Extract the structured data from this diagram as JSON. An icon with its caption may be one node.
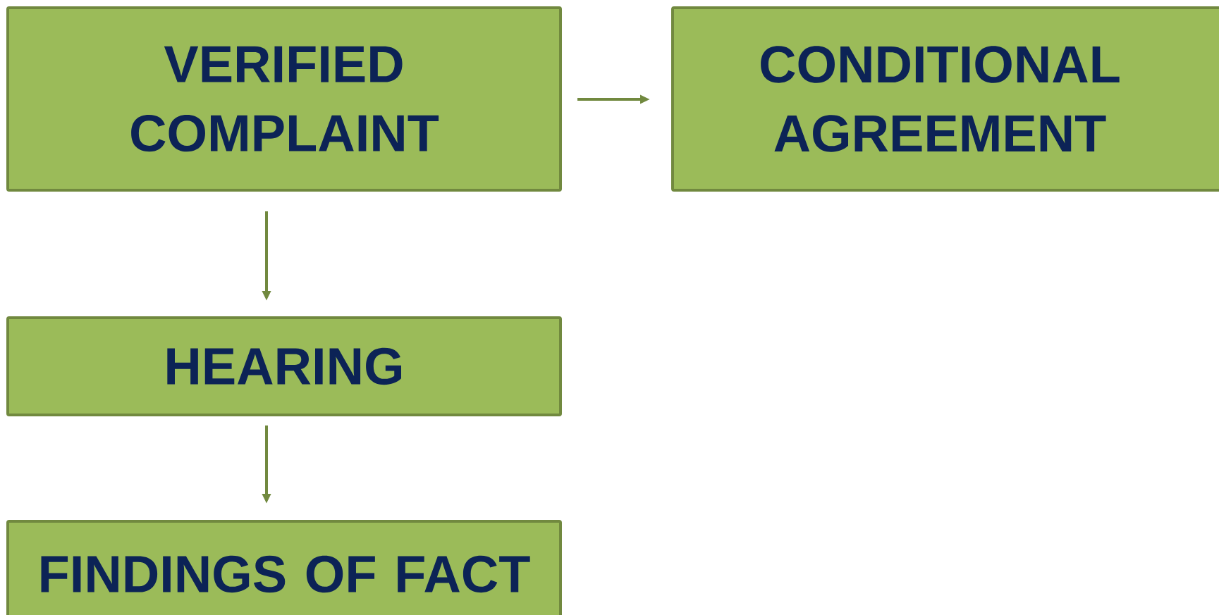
{
  "diagram": {
    "nodes": [
      {
        "text": [
          "VERIFIED COMPLAINT"
        ]
      },
      {
        "text": [
          "CONDITIONAL AGREEMENT"
        ]
      },
      {
        "text": [
          "HEARING"
        ]
      },
      {
        "text": [
          "FINDINGS OF FACT"
        ]
      }
    ],
    "edges": [
      {
        "from": 0,
        "to": 1,
        "arrow": "to"
      },
      {
        "from": 0,
        "to": 2,
        "arrow": "to"
      },
      {
        "from": 2,
        "to": 3,
        "arrow": "to"
      }
    ]
  }
}
